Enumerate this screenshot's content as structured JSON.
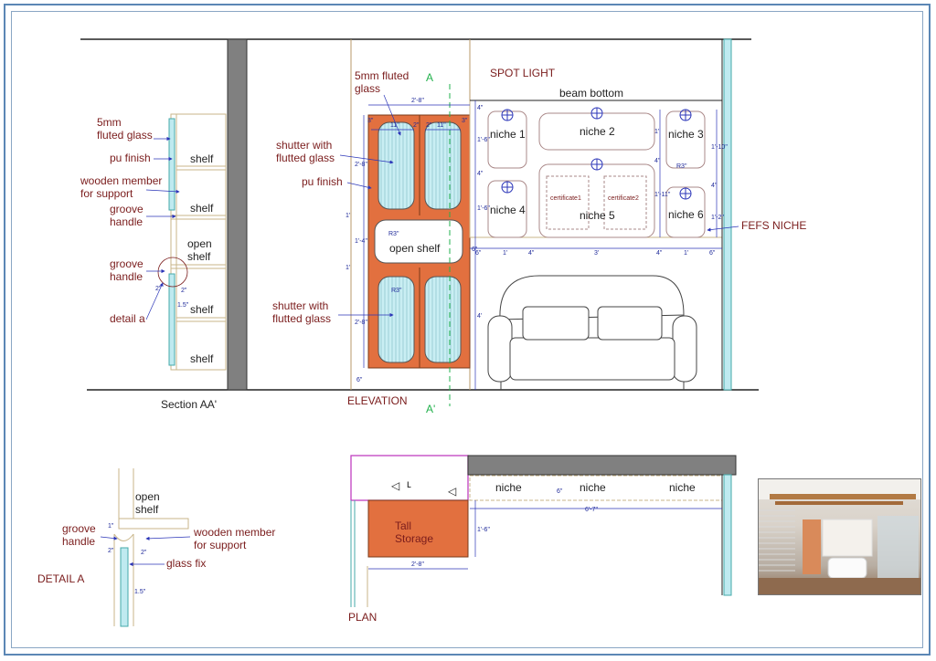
{
  "labels": {
    "spot_light": "SPOT LIGHT",
    "beam_bottom": "beam bottom",
    "fluted_5mm_elev": "5mm fluted\nglass",
    "shutter_top": "shutter with\nflutted glass",
    "pu_finish_elev": "pu finish",
    "shutter_bottom": "shutter with\nflutted glass",
    "open_shelf_elev": "open shelf",
    "elevation": "ELEVATION",
    "section_a": "A",
    "section_a_prime": "A'",
    "niches": [
      "niche 1",
      "niche 2",
      "niche 3",
      "niche 4",
      "niche 5",
      "niche 6"
    ],
    "certificate1": "certificate1",
    "certificate2": "certificate2",
    "fefs_niche": "FEFS NICHE",
    "sec_fluted": "5mm\nfluted glass",
    "sec_pu": "pu finish",
    "sec_wooden": "wooden member\nfor support",
    "sec_groove1": "groove\nhandle",
    "sec_groove2": "groove\nhandle",
    "sec_detail": "detail a",
    "sec_shelves": [
      "shelf",
      "shelf",
      "open\nshelf",
      "shelf",
      "shelf"
    ],
    "section_aa": "Section AA'",
    "det_open_shelf": "open\nshelf",
    "det_groove": "groove\nhandle",
    "det_wooden": "wooden member\nfor support",
    "det_glass_fix": "glass fix",
    "detail_a": "DETAIL A",
    "plan_niches": [
      "niche",
      "niche",
      "niche"
    ],
    "tall_storage": "Tall\nStorage",
    "plan": "PLAN"
  },
  "dims": {
    "elev_width": "2'-8\"",
    "d_11a": "11\"",
    "d_11b": "11\"",
    "d_2a": "2\"",
    "d_2b": "2\"",
    "d_3a": "3\"",
    "d_3b": "3\"",
    "d_2_8_top": "2'-8\"",
    "d_1_open": "1'",
    "d_1_4": "1'-4\"",
    "d_1b": "1'",
    "d_2_8_bot": "2'-8\"",
    "d_6_base": "6\"",
    "r3_a": "R3\"",
    "r3_b": "R3\"",
    "r3_c": "R3\"",
    "nv_4a": "4\"",
    "nv_1_6a": "1'-6\"",
    "nv_4b": "4\"",
    "nv_1_6b": "1'-6\"",
    "nv_6": "6\"",
    "nv_4low": "4'",
    "nv_1": "1'",
    "nv_4c": "4\"",
    "nv_1_11": "1'-11\"",
    "nv_1_10": "1'-10\"",
    "nv_4d": "4\"",
    "nv_1_2": "1'-2\"",
    "nh": [
      "6\"",
      "1'",
      "4\"",
      "3'",
      "4\"",
      "1'",
      "6\""
    ],
    "sec_2": "2\"",
    "sec_2b": "2\"",
    "sec_1_5": "1.5\"",
    "det_2": "2\"",
    "det_1_5": "1.5\"",
    "det_2v": "2\"",
    "det_1": "1\"",
    "plan_6": "6\"",
    "plan_6_7": "6'-7\"",
    "plan_1_6": "1'-6\"",
    "plan_2_8": "2'-8\""
  },
  "colors": {
    "wood_orange": "#e2703f",
    "glass_cyan": "#bfeaf0",
    "wall_grey": "#808080",
    "label_red": "#7a1c1c",
    "dim_blue": "#2b35b8",
    "cut_green": "#22b14c"
  }
}
